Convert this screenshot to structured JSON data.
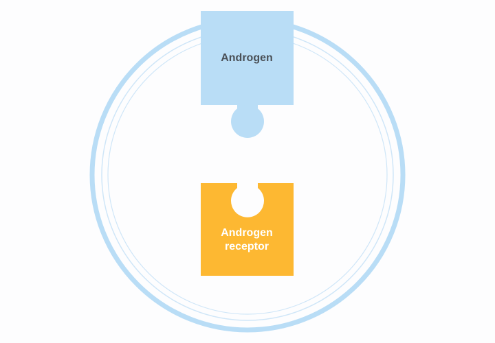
{
  "colors": {
    "background": "#fdfdfe",
    "cell_ring_outer": "#b9ddf6",
    "cell_ring_inner": "#cfe6f8",
    "androgen_fill": "#b9ddf6",
    "androgen_text": "#4a5057",
    "receptor_fill": "#fdb832",
    "receptor_text": "#ffffff"
  },
  "androgen": {
    "label": "Androgen",
    "icon": "puzzle-piece-with-knob"
  },
  "receptor": {
    "label_line1": "Androgen",
    "label_line2": "receptor",
    "icon": "puzzle-piece-with-socket"
  }
}
